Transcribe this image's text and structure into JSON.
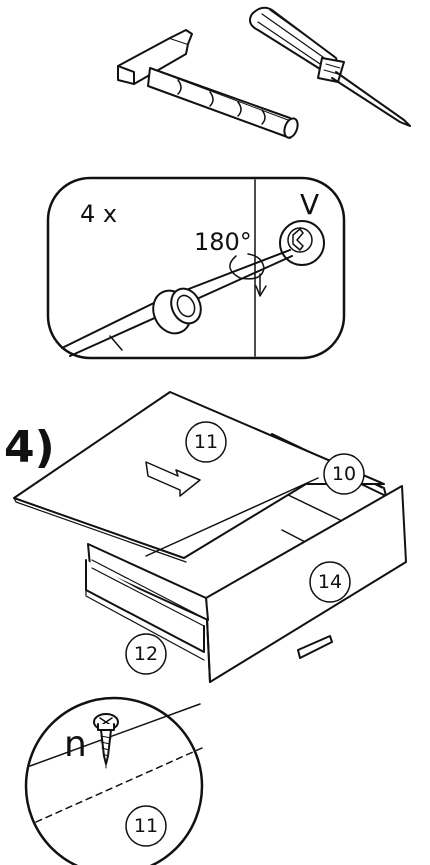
{
  "callout_screw": {
    "quantity": "4 x",
    "part": "V",
    "angle": "180°"
  },
  "step": {
    "number": "4)"
  },
  "parts": {
    "top_panel": "11",
    "side_rail": "10",
    "front_panel": "14",
    "runner": "12"
  },
  "callout_nail": {
    "part": "n",
    "panel": "11"
  },
  "colors": {
    "ink": "#111111",
    "background": "#ffffff"
  }
}
